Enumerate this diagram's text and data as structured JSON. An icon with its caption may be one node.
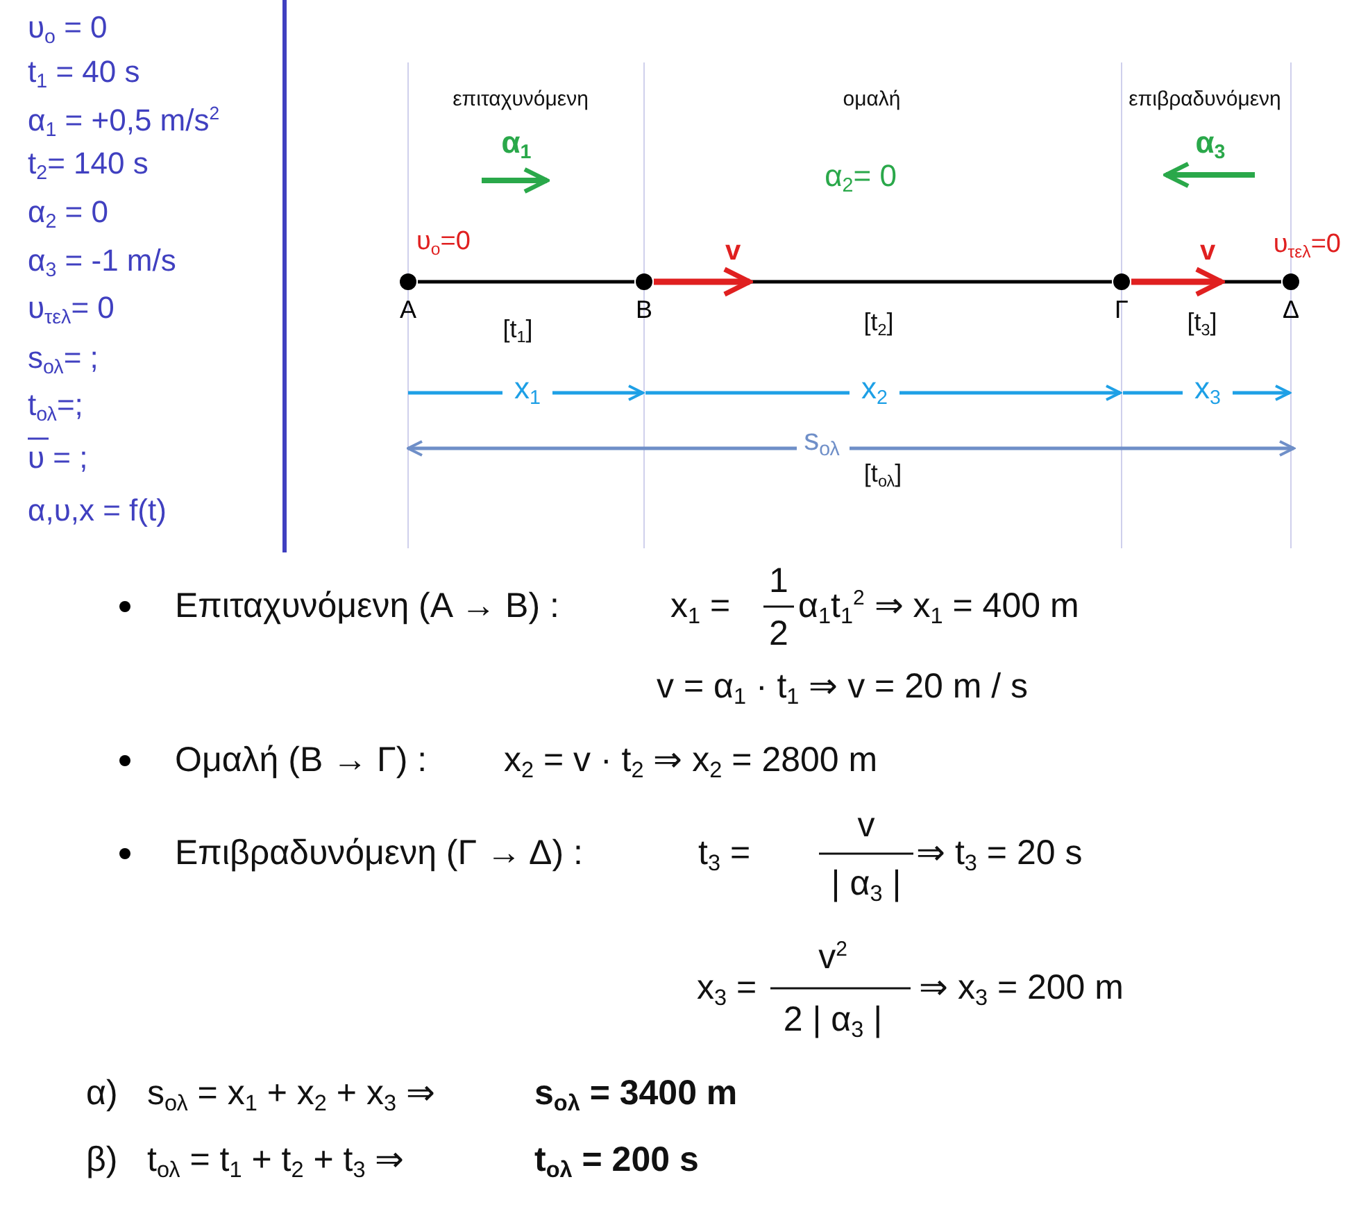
{
  "diagram": {
    "nodes": [
      {
        "text": [
          "Α"
        ]
      },
      {
        "text": [
          "Β"
        ]
      },
      {
        "text": [
          "Γ"
        ]
      },
      {
        "text": [
          "Δ"
        ]
      }
    ],
    "edges": [
      {
        "from": 0,
        "to": 1,
        "arrow": "none"
      },
      {
        "from": 1,
        "to": 2,
        "arrow": "none"
      },
      {
        "from": 2,
        "to": 3,
        "arrow": "none"
      },
      {
        "from": 1,
        "to": null,
        "arrow": "to",
        "label": "v",
        "style": "thick",
        "color": "#e02020"
      },
      {
        "from": 2,
        "to": null,
        "arrow": "to",
        "label": "v",
        "style": "thick",
        "color": "#e02020"
      }
    ],
    "labels": [
      "υ$_{o}$ = 0",
      "t$_{1}$ = 40 s",
      "α$_{1}$ = +0,5 m/s$^{2}$",
      "t$_{2}$= 140 s",
      "α$_{2}$ = 0",
      "α$_{3}$ = -1 m/s",
      "υ$_{τελ}$= 0",
      "s$_{ολ}$= ;",
      "t$_{ολ}$=;",
      "υ = ;",
      "α,υ,x = f(t)",
      "επιταχυνόμενη",
      "ομαλή",
      "επιβραδυνόμενη",
      "α$_{1}$",
      "α$_{2}$= 0",
      "α$_{3}$",
      "υ$_{o}$=0",
      "υ$_{τελ}$=0",
      "[t$_{1}$]",
      "[t$_{2}$]",
      "[t$_{3}$]",
      "x$_{1}$",
      "x$_{2}$",
      "x$_{3}$",
      "s$_{ολ}$",
      "[t$_{ολ}$]",
      "Επιταχυνόμενη (Α → Β) :",
      "x$_{1}$ =",
      "1",
      "2",
      "α$_{1}$t$_{1}$$^{2}$ ⇒ x$_{1}$ = 400 m",
      "v = α$_{1}$ · t$_{1}$ ⇒ v = 20 m / s",
      "Ομαλή (Β → Γ) :",
      "x$_{2}$ = v · t$_{2}$ ⇒ x$_{2}$ = 2800 m",
      "Επιβραδυνόμενη (Γ → Δ) :",
      "t$_{3}$ =",
      "v",
      "| α$_{3}$ |",
      "⇒ t$_{3}$ = 20 s",
      "x$_{3}$ =",
      "v$^{2}$",
      "2 | α$_{3}$ |",
      "⇒ x$_{3}$ = 200 m",
      "α)",
      "s$_{ολ}$ = x$_{1}$ + x$_{2}$ + x$_{3}$ ⇒",
      "s$_{ολ}$ = 3400 m",
      "β)",
      "t$_{ολ}$ = t$_{1}$ + t$_{2}$ + t$_{3}$ ⇒",
      "t$_{ολ}$ = 200 s"
    ]
  }
}
